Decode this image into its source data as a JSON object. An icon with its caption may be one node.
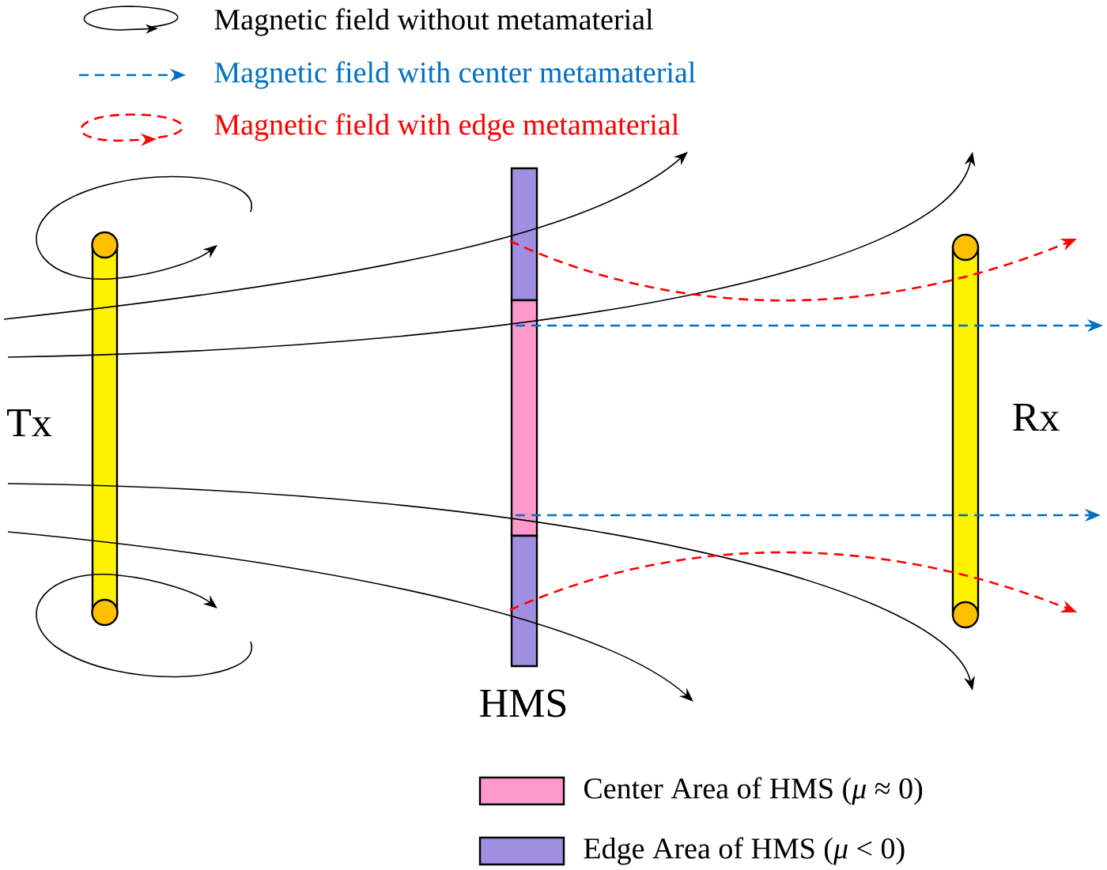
{
  "diagram": {
    "labels": [
      "Tx",
      "HMS",
      "Rx"
    ],
    "legend": [
      {
        "text": "Magnetic field without metamaterial"
      },
      {
        "text": "Magnetic field with center metamaterial"
      },
      {
        "text": "Magnetic field with edge metamaterial"
      },
      {
        "text": "Center Area of HMS (*μ* ≈ 0)",
        "color": "#ff99cc"
      },
      {
        "text": "Edge Area of HMS (*μ* < 0)",
        "color": "#a08ee0"
      }
    ]
  }
}
